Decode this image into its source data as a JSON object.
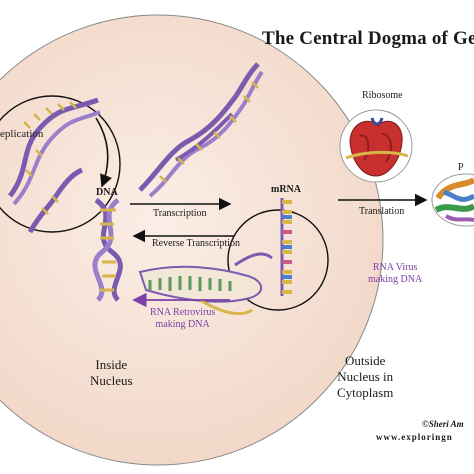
{
  "diagram": {
    "title": "The Central Dogma of Gene",
    "labels": {
      "replication": "eplication",
      "dna": "DNA",
      "mrna": "mRNA",
      "transcription": "Transcription",
      "reverse_transcription": "Reverse Transcription",
      "retrovirus_line1": "RNA Retrovirus",
      "retrovirus_line2": "making DNA",
      "rna_virus_line1": "RNA Virus",
      "rna_virus_line2": "making DNA",
      "ribosome": "Ribosome",
      "protein": "P",
      "translation": "Translation",
      "inside_line1": "Inside",
      "inside_line2": "Nucleus",
      "outside_line1": "Outside",
      "outside_line2": "Nucleus in",
      "outside_line3": "Cytoplasm"
    },
    "credit": {
      "line1": "©Sheri Am",
      "line2": "www.exploringn"
    },
    "colors": {
      "nucleus_fill": "#f6e2d6",
      "dna_purple": "#7b5bb0",
      "retrovirus_purple": "#7b3fa8",
      "ribosome_red": "#c8302e"
    }
  }
}
